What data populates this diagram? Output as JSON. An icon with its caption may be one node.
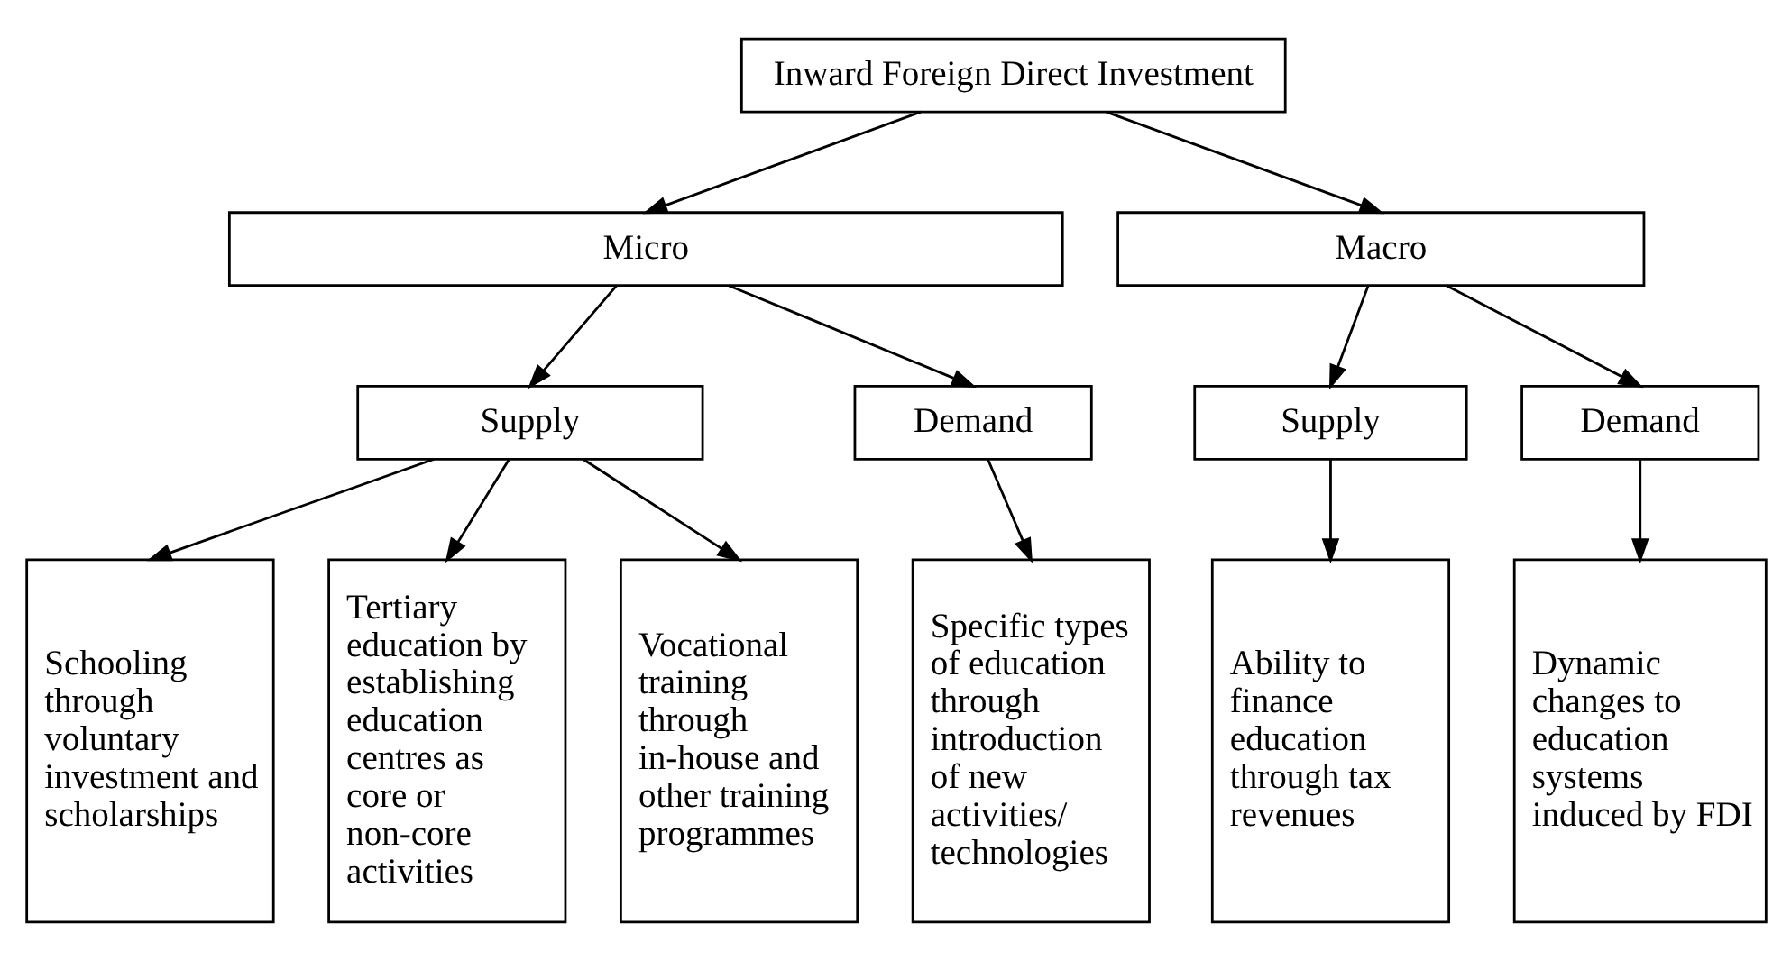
{
  "diagram": {
    "nodes": [
      {
        "text": [
          "Inward Foreign Direct Investment"
        ]
      },
      {
        "text": [
          "Micro"
        ]
      },
      {
        "text": [
          "Macro"
        ]
      },
      {
        "text": [
          "Supply"
        ]
      },
      {
        "text": [
          "Demand"
        ]
      },
      {
        "text": [
          "Supply"
        ]
      },
      {
        "text": [
          "Demand"
        ]
      },
      {
        "text": [
          "Schooling through voluntary investment and scholarships"
        ]
      },
      {
        "text": [
          "Tertiary education by establishing education centres as core or non-core activities"
        ]
      },
      {
        "text": [
          "Vocational training through in-house and other training programmes"
        ]
      },
      {
        "text": [
          "Specific types of education through introduction of new activities/ technologies"
        ]
      },
      {
        "text": [
          "Ability to finance education through tax revenues"
        ]
      },
      {
        "text": [
          "Dynamic changes to education systems induced by FDI"
        ]
      }
    ],
    "edges": [
      {
        "from": 0,
        "to": 1,
        "arrow": "to"
      },
      {
        "from": 0,
        "to": 2,
        "arrow": "to"
      },
      {
        "from": 1,
        "to": 3,
        "arrow": "to"
      },
      {
        "from": 1,
        "to": 4,
        "arrow": "to"
      },
      {
        "from": 2,
        "to": 5,
        "arrow": "to"
      },
      {
        "from": 2,
        "to": 6,
        "arrow": "to"
      },
      {
        "from": 3,
        "to": 7,
        "arrow": "to"
      },
      {
        "from": 3,
        "to": 8,
        "arrow": "to"
      },
      {
        "from": 3,
        "to": 9,
        "arrow": "to"
      },
      {
        "from": 4,
        "to": 10,
        "arrow": "to"
      },
      {
        "from": 5,
        "to": 11,
        "arrow": "to"
      },
      {
        "from": 6,
        "to": 12,
        "arrow": "to"
      }
    ]
  }
}
